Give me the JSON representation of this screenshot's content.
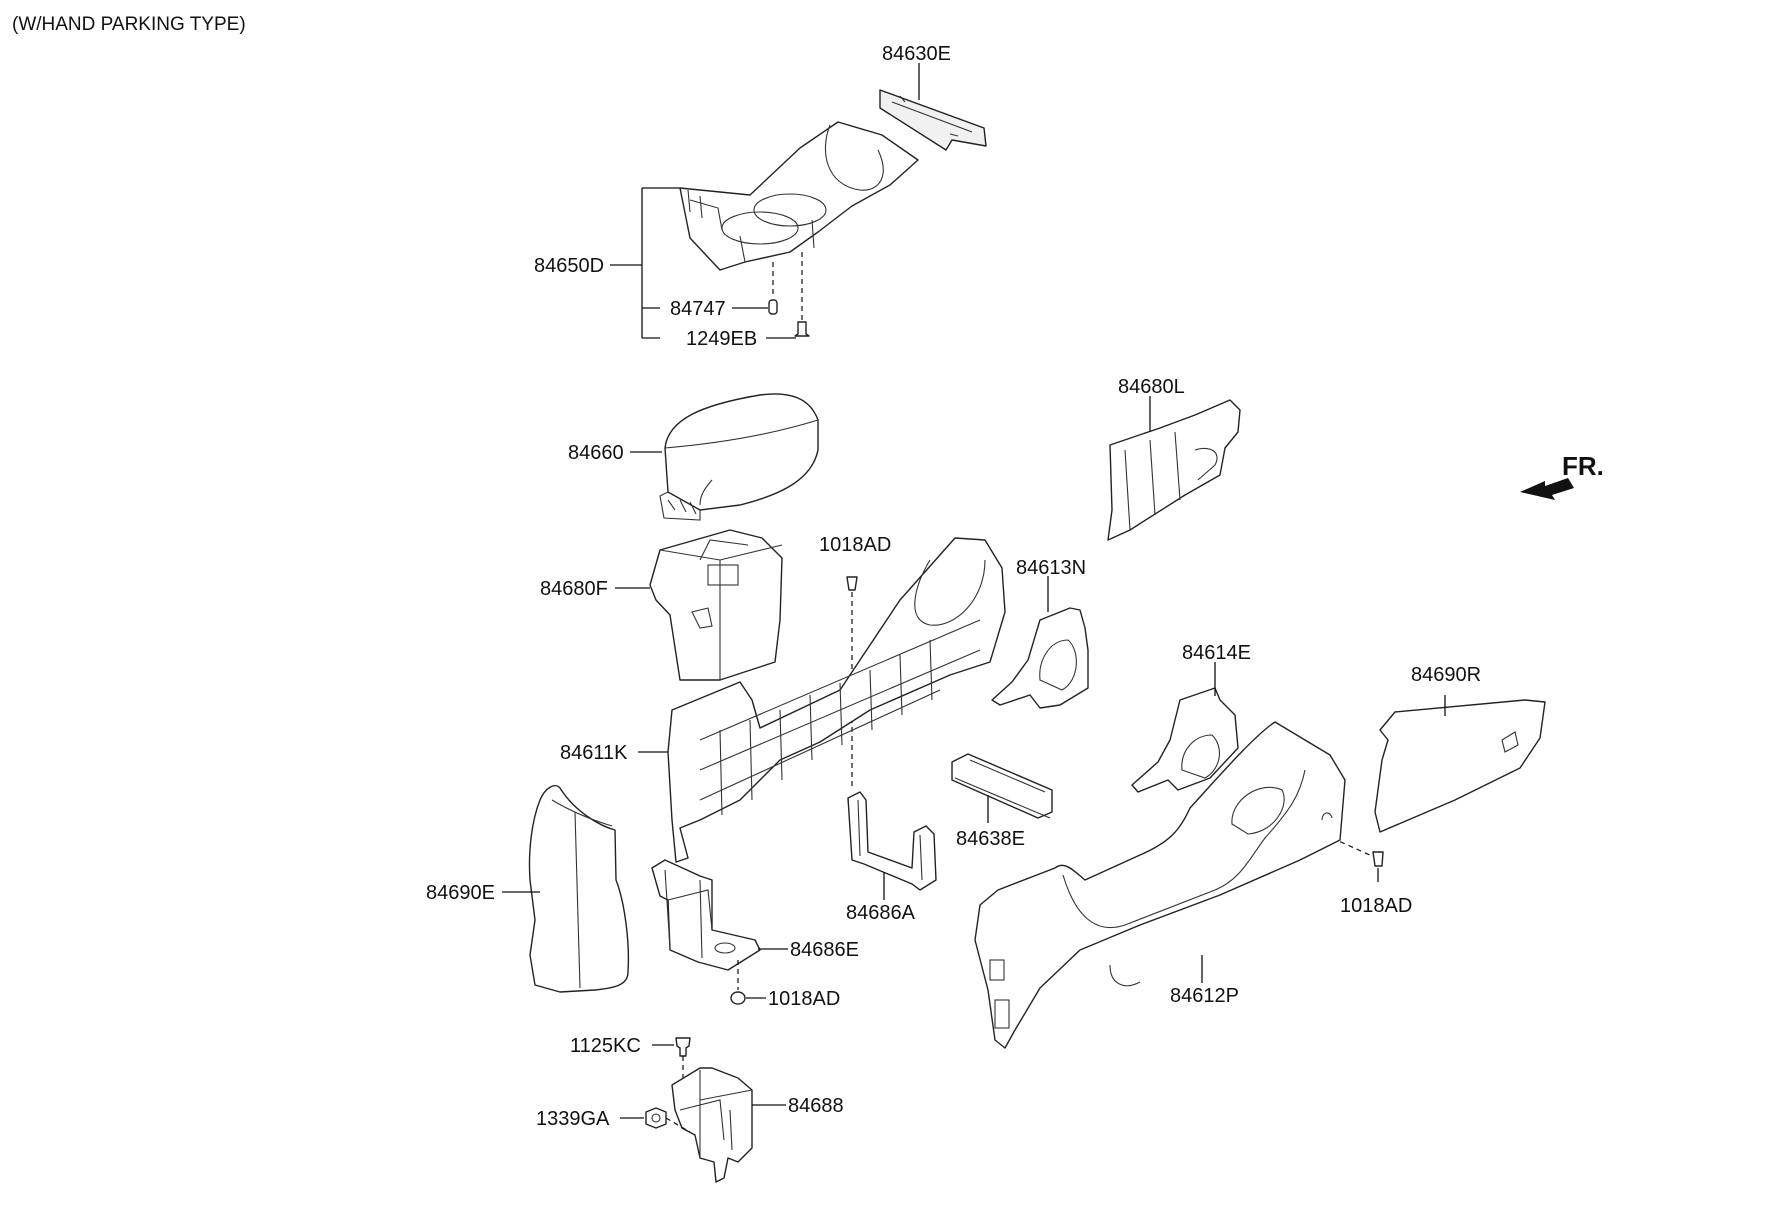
{
  "header": {
    "title": "(W/HAND PARKING TYPE)"
  },
  "direction": {
    "label": "FR."
  },
  "parts": {
    "p84630E": "84630E",
    "p84650D": "84650D",
    "p84747": "84747",
    "p1249EB": "1249EB",
    "p84660": "84660",
    "p84680F": "84680F",
    "p1018AD_top": "1018AD",
    "p84611K": "84611K",
    "p84680L": "84680L",
    "p84613N": "84613N",
    "p84614E": "84614E",
    "p84638E": "84638E",
    "p84690R": "84690R",
    "p84686A": "84686A",
    "p1018AD_right": "1018AD",
    "p84690E": "84690E",
    "p84686E": "84686E",
    "p1018AD_bottom": "1018AD",
    "p84612P": "84612P",
    "p1125KC": "1125KC",
    "p84688": "84688",
    "p1339GA": "1339GA"
  }
}
